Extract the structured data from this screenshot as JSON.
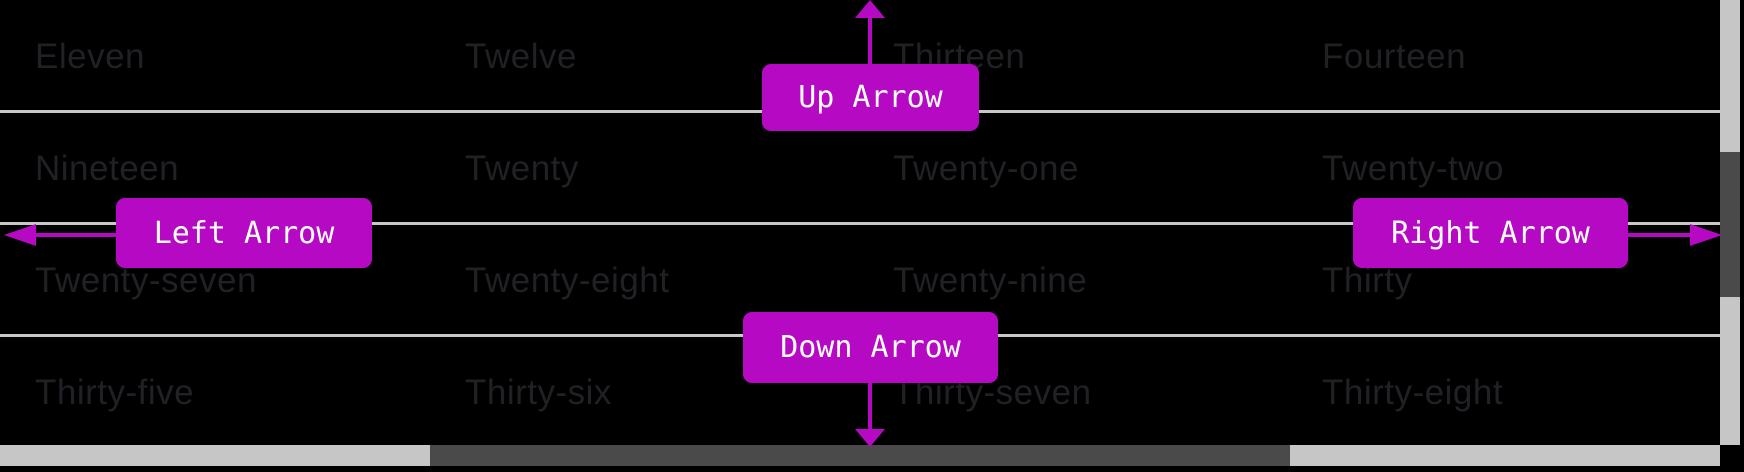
{
  "theme": {
    "colors": {
      "accent": "#b609c4",
      "label-text": "#ffffff",
      "grid-text": "#202025",
      "separator": "#c8c8c8",
      "scroll-track": "#c6c6c6",
      "scroll-thumb": "#4a4a4a",
      "bg": "#000000"
    }
  },
  "grid": {
    "rows": [
      {
        "cells": [
          "Eleven",
          "Twelve",
          "Thirteen",
          "Fourteen"
        ]
      },
      {
        "cells": [
          "Nineteen",
          "Twenty",
          "Twenty-one",
          "Twenty-two"
        ]
      },
      {
        "cells": [
          "Twenty-seven",
          "Twenty-eight",
          "Twenty-nine",
          "Thirty"
        ]
      },
      {
        "cells": [
          "Thirty-five",
          "Thirty-six",
          "Thirty-seven",
          "Thirty-eight"
        ]
      }
    ]
  },
  "annotations": {
    "up": {
      "label": "Up Arrow"
    },
    "left": {
      "label": "Left Arrow"
    },
    "right": {
      "label": "Right Arrow"
    },
    "down": {
      "label": "Down Arrow"
    }
  }
}
